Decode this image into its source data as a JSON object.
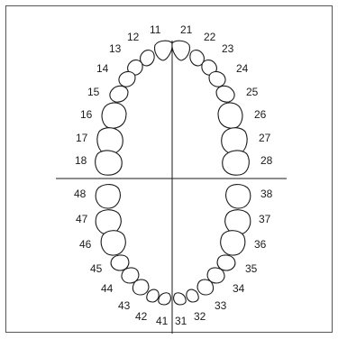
{
  "chart": {
    "colors": {
      "outline": "#1a1a1a",
      "frame": "#555555",
      "background": "#ffffff"
    },
    "teeth": {
      "upper_right": [
        "11",
        "12",
        "13",
        "14",
        "15",
        "16",
        "17",
        "18"
      ],
      "upper_left": [
        "21",
        "22",
        "23",
        "24",
        "25",
        "26",
        "27",
        "28"
      ],
      "lower_left": [
        "31",
        "32",
        "33",
        "34",
        "35",
        "36",
        "37",
        "38"
      ],
      "lower_right": [
        "41",
        "42",
        "43",
        "44",
        "45",
        "46",
        "47",
        "48"
      ]
    }
  }
}
